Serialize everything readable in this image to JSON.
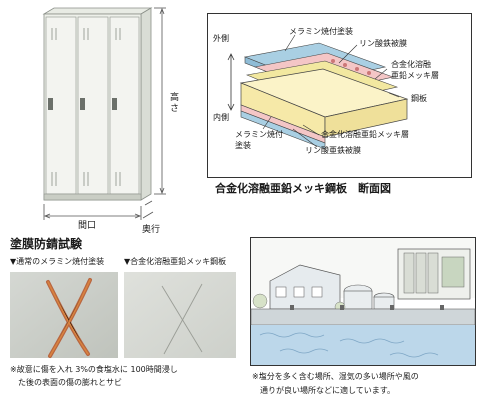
{
  "locker": {
    "dim_height": "高さ",
    "dim_width": "間口",
    "dim_depth": "奥行"
  },
  "cross_section": {
    "title": "合金化溶融亜鉛メッキ鋼板　断面図",
    "outer_label": "外側",
    "inner_label": "内側",
    "labels": {
      "melamine_top": "メラミン焼付塗装",
      "phosphate_top": "リン酸鉄被膜",
      "zinc_top_1": "合金化溶融",
      "zinc_top_2": "亜鉛メッキ層",
      "steel": "鋼板",
      "melamine_bottom_1": "メラミン焼付",
      "melamine_bottom_2": "塗装",
      "zinc_bottom": "合金化溶融亜鉛メッキ層",
      "phosphate_bottom": "リン酸亜鉄被膜"
    }
  },
  "test": {
    "title": "塗膜防錆試験",
    "left_label": "▼通常のメラミン焼付塗装",
    "right_label": "▼合金化溶融亜鉛メッキ鋼板",
    "caption_line1": "※故意に傷を入れ 3%の食塩水に 100時間浸し",
    "caption_line2": "た後の表面の傷の膨れとサビ"
  },
  "scene": {
    "caption_line1": "※塩分を多く含む場所、湿気の多い場所や風の",
    "caption_line2": "通りが良い場所などに適しています。"
  }
}
